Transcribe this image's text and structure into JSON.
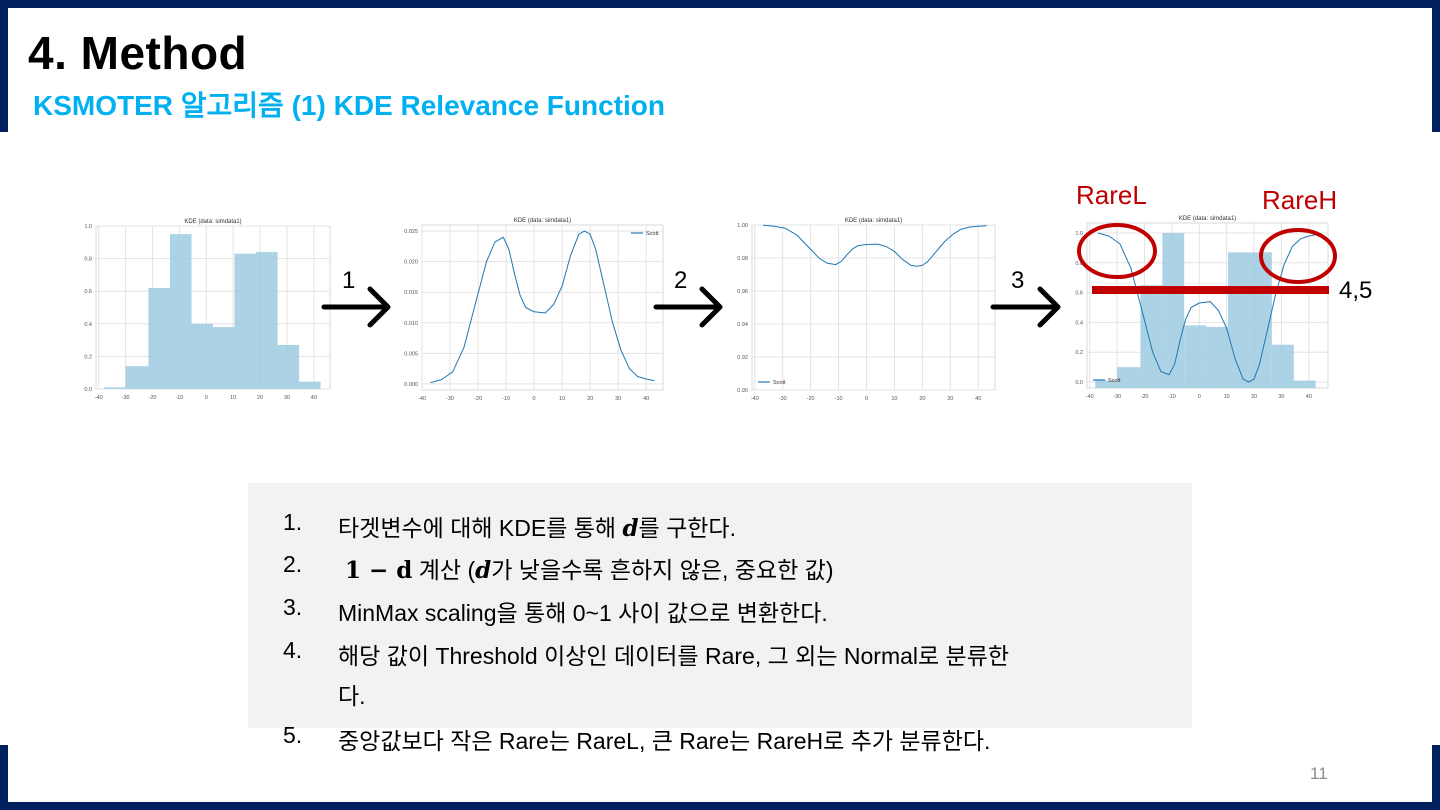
{
  "slide": {
    "title": "4. Method",
    "subtitle": "KSMOTER 알고리즘 (1) KDE Relevance Function",
    "page_number": "11",
    "frame_color": "#002060",
    "subtitle_color": "#00b0f0",
    "accent_red": "#c00000"
  },
  "steps": {
    "arrow1": "1",
    "arrow2": "2",
    "arrow3": "3",
    "threshold_label": "4,5",
    "rare_low": "RareL",
    "rare_high": "RareH"
  },
  "list": [
    {
      "num": "1.",
      "pre": "타겟변수에 대해 KDE를 통해 ",
      "math": "d",
      "post": "를 구한다."
    },
    {
      "num": "2.",
      "math_expr": "1 − d",
      "post_a": " 계산 (",
      "math2": "d",
      "post_b": "가 낮을수록 흔하지 않은, 중요한 값)"
    },
    {
      "num": "3.",
      "text": "MinMax scaling을 통해 0~1 사이 값으로 변환한다."
    },
    {
      "num": "4.",
      "text": "해당 값이 Threshold 이상인 데이터를 Rare, 그 외는 Normal로 분류한",
      "cont": "다."
    },
    {
      "num": "5.",
      "text": "중앙값보다 작은 Rare는 RareL, 큰 Rare는 RareH로 추가 분류한다."
    }
  ],
  "chart_data": [
    {
      "type": "bar",
      "title": "KDE (data: simdata1)",
      "xlim": [
        -41,
        46
      ],
      "ylim": [
        0,
        1.0
      ],
      "xticks": [
        -40,
        -30,
        -20,
        -10,
        0,
        10,
        20,
        30,
        40
      ],
      "yticks": [
        "0.0",
        "0.2",
        "0.4",
        "0.6",
        "0.8",
        "1.0"
      ],
      "ytick_values": [
        0,
        0.2,
        0.4,
        0.6,
        0.8,
        1.0
      ],
      "grid": true,
      "bar_color": "#9ecae1",
      "bins": [
        [
          -38,
          -30,
          0.01
        ],
        [
          -30,
          -21.5,
          0.14
        ],
        [
          -21.5,
          -13.5,
          0.62
        ],
        [
          -13.5,
          -5.5,
          0.95
        ],
        [
          -5.5,
          2.5,
          0.4
        ],
        [
          2.5,
          10.5,
          0.38
        ],
        [
          10.5,
          18.5,
          0.83
        ],
        [
          18.5,
          26.5,
          0.84
        ],
        [
          26.5,
          34.5,
          0.27
        ],
        [
          34.5,
          42.5,
          0.045
        ]
      ]
    },
    {
      "type": "line",
      "title": "KDE (data: simdata1)",
      "xlim": [
        -40,
        46
      ],
      "ylim": [
        -0.001,
        0.026
      ],
      "xticks": [
        -40,
        -30,
        -20,
        -10,
        0,
        10,
        20,
        30,
        40
      ],
      "yticks": [
        "0.000",
        "0.005",
        "0.010",
        "0.015",
        "0.020",
        "0.025"
      ],
      "ytick_values": [
        0,
        0.005,
        0.01,
        0.015,
        0.02,
        0.025
      ],
      "grid": true,
      "legend": {
        "label": "Scott",
        "placement": "top-right"
      },
      "line_color": "#1f77b4",
      "points": [
        [
          -37,
          0.0002
        ],
        [
          -33,
          0.0007
        ],
        [
          -29,
          0.002
        ],
        [
          -25,
          0.006
        ],
        [
          -21,
          0.013
        ],
        [
          -17,
          0.02
        ],
        [
          -14,
          0.0232
        ],
        [
          -11,
          0.024
        ],
        [
          -9,
          0.022
        ],
        [
          -7,
          0.018
        ],
        [
          -5,
          0.0145
        ],
        [
          -3,
          0.0125
        ],
        [
          0,
          0.0118
        ],
        [
          4,
          0.0116
        ],
        [
          7,
          0.013
        ],
        [
          10,
          0.016
        ],
        [
          13,
          0.021
        ],
        [
          16,
          0.0245
        ],
        [
          18,
          0.025
        ],
        [
          20,
          0.0245
        ],
        [
          22,
          0.022
        ],
        [
          25,
          0.016
        ],
        [
          28,
          0.01
        ],
        [
          31,
          0.0055
        ],
        [
          34,
          0.0025
        ],
        [
          37,
          0.0012
        ],
        [
          40,
          0.0008
        ],
        [
          43,
          0.0005
        ]
      ]
    },
    {
      "type": "line",
      "title": "KDE (data: simdata1)",
      "xlim": [
        -41,
        46
      ],
      "ylim": [
        0.9,
        1.0
      ],
      "xticks": [
        -40,
        -30,
        -20,
        -10,
        0,
        10,
        20,
        30,
        40
      ],
      "yticks": [
        "0.90",
        "0.92",
        "0.94",
        "0.96",
        "0.98",
        "1.00"
      ],
      "ytick_values": [
        0.9,
        0.92,
        0.94,
        0.96,
        0.98,
        1.0
      ],
      "grid": true,
      "legend": {
        "label": "Scott",
        "placement": "bottom-left"
      },
      "line_color": "#1f77b4",
      "points": [
        [
          -37,
          0.9998
        ],
        [
          -33,
          0.9993
        ],
        [
          -29,
          0.998
        ],
        [
          -25,
          0.994
        ],
        [
          -21,
          0.987
        ],
        [
          -17,
          0.98
        ],
        [
          -14,
          0.9768
        ],
        [
          -11,
          0.976
        ],
        [
          -9,
          0.978
        ],
        [
          -7,
          0.982
        ],
        [
          -5,
          0.9855
        ],
        [
          -3,
          0.9875
        ],
        [
          0,
          0.9882
        ],
        [
          4,
          0.9884
        ],
        [
          7,
          0.987
        ],
        [
          10,
          0.984
        ],
        [
          13,
          0.979
        ],
        [
          16,
          0.9755
        ],
        [
          18,
          0.975
        ],
        [
          20,
          0.9755
        ],
        [
          22,
          0.978
        ],
        [
          25,
          0.984
        ],
        [
          28,
          0.99
        ],
        [
          31,
          0.9945
        ],
        [
          34,
          0.9975
        ],
        [
          37,
          0.9988
        ],
        [
          40,
          0.9992
        ],
        [
          43,
          0.9995
        ]
      ]
    },
    {
      "type": "bar+line",
      "title": "KDE (data: simdata1)",
      "xlim": [
        -41,
        47
      ],
      "ylim": [
        -0.04,
        1.067
      ],
      "xticks": [
        -40,
        -30,
        -20,
        -10,
        0,
        10,
        20,
        30,
        40
      ],
      "yticks": [
        "0.0",
        "0.2",
        "0.4",
        "0.6",
        "0.8",
        "1.0"
      ],
      "ytick_values": [
        0,
        0.2,
        0.4,
        0.6,
        0.8,
        1.0
      ],
      "grid": true,
      "legend": {
        "label": "Scott",
        "placement": "bottom-left"
      },
      "bar_color": "#9ecae1",
      "line_color": "#1f77b4",
      "threshold": 0.62,
      "bins": [
        [
          -38,
          -30,
          0.01
        ],
        [
          -30,
          -21.5,
          0.1
        ],
        [
          -21.5,
          -13.5,
          0.65
        ],
        [
          -13.5,
          -5.5,
          1.0
        ],
        [
          -5.5,
          2.5,
          0.38
        ],
        [
          2.5,
          10.5,
          0.37
        ],
        [
          10.5,
          18.5,
          0.87
        ],
        [
          18.5,
          26.5,
          0.87
        ],
        [
          26.5,
          34.5,
          0.25
        ],
        [
          34.5,
          42.5,
          0.01
        ]
      ],
      "points": [
        [
          -37,
          1.0
        ],
        [
          -33,
          0.98
        ],
        [
          -29,
          0.927
        ],
        [
          -25,
          0.766
        ],
        [
          -21,
          0.484
        ],
        [
          -17,
          0.2
        ],
        [
          -14,
          0.07
        ],
        [
          -11,
          0.05
        ],
        [
          -9,
          0.12
        ],
        [
          -7,
          0.28
        ],
        [
          -5,
          0.42
        ],
        [
          -3,
          0.5
        ],
        [
          0,
          0.53
        ],
        [
          4,
          0.54
        ],
        [
          7,
          0.48
        ],
        [
          10,
          0.36
        ],
        [
          13,
          0.16
        ],
        [
          16,
          0.02
        ],
        [
          18,
          0.0
        ],
        [
          20,
          0.02
        ],
        [
          22,
          0.12
        ],
        [
          25,
          0.36
        ],
        [
          28,
          0.6
        ],
        [
          31,
          0.79
        ],
        [
          34,
          0.91
        ],
        [
          37,
          0.96
        ],
        [
          40,
          0.98
        ],
        [
          43,
          0.99
        ]
      ]
    }
  ]
}
